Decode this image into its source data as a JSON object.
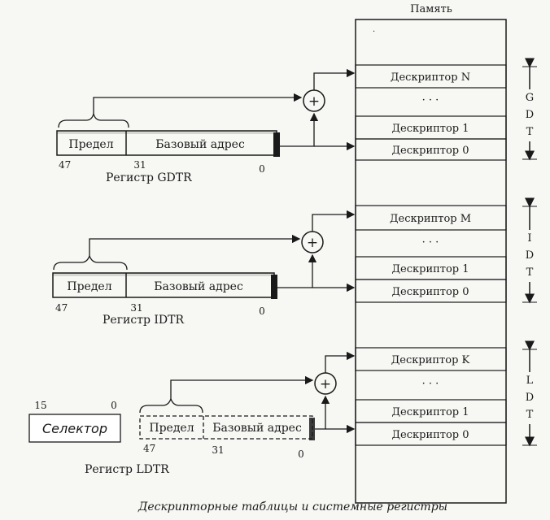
{
  "memory": {
    "title": "Память",
    "faint_top_mark": "·"
  },
  "gdt_group": {
    "descriptors": [
      "Дескриптор N",
      "· · ·",
      "Дескриптор 1",
      "Дескриптор 0"
    ],
    "label_letters": [
      "G",
      "D",
      "T"
    ]
  },
  "idt_group": {
    "descriptors": [
      "Дескриптор M",
      "· · ·",
      "Дескриптор 1",
      "Дескриптор 0"
    ],
    "label_letters": [
      "I",
      "D",
      "T"
    ]
  },
  "ldt_group": {
    "descriptors": [
      "Дескриптор K",
      "· · ·",
      "Дескриптор 1",
      "Дескриптор 0"
    ],
    "label_letters": [
      "L",
      "D",
      "T"
    ]
  },
  "gdtr": {
    "limit_label": "Предел",
    "base_label": "Базовый адрес",
    "bit_high": "47",
    "bit_mid": "31",
    "bit_low": "0",
    "caption": "Регистр GDTR"
  },
  "idtr": {
    "limit_label": "Предел",
    "base_label": "Базовый адрес",
    "bit_high": "47",
    "bit_mid": "31",
    "bit_low": "0",
    "caption": "Регистр IDTR"
  },
  "ldtr": {
    "selector_label": "Селектор",
    "selector_bit_high": "15",
    "selector_bit_low": "0",
    "limit_label": "Предел",
    "base_label": "Базовый адрес",
    "bit_high": "47",
    "bit_mid": "31",
    "bit_low": "0",
    "caption": "Регистр LDTR"
  },
  "adder_symbol": "+",
  "figure_caption": "Дескрипторные таблицы и системные регистры"
}
